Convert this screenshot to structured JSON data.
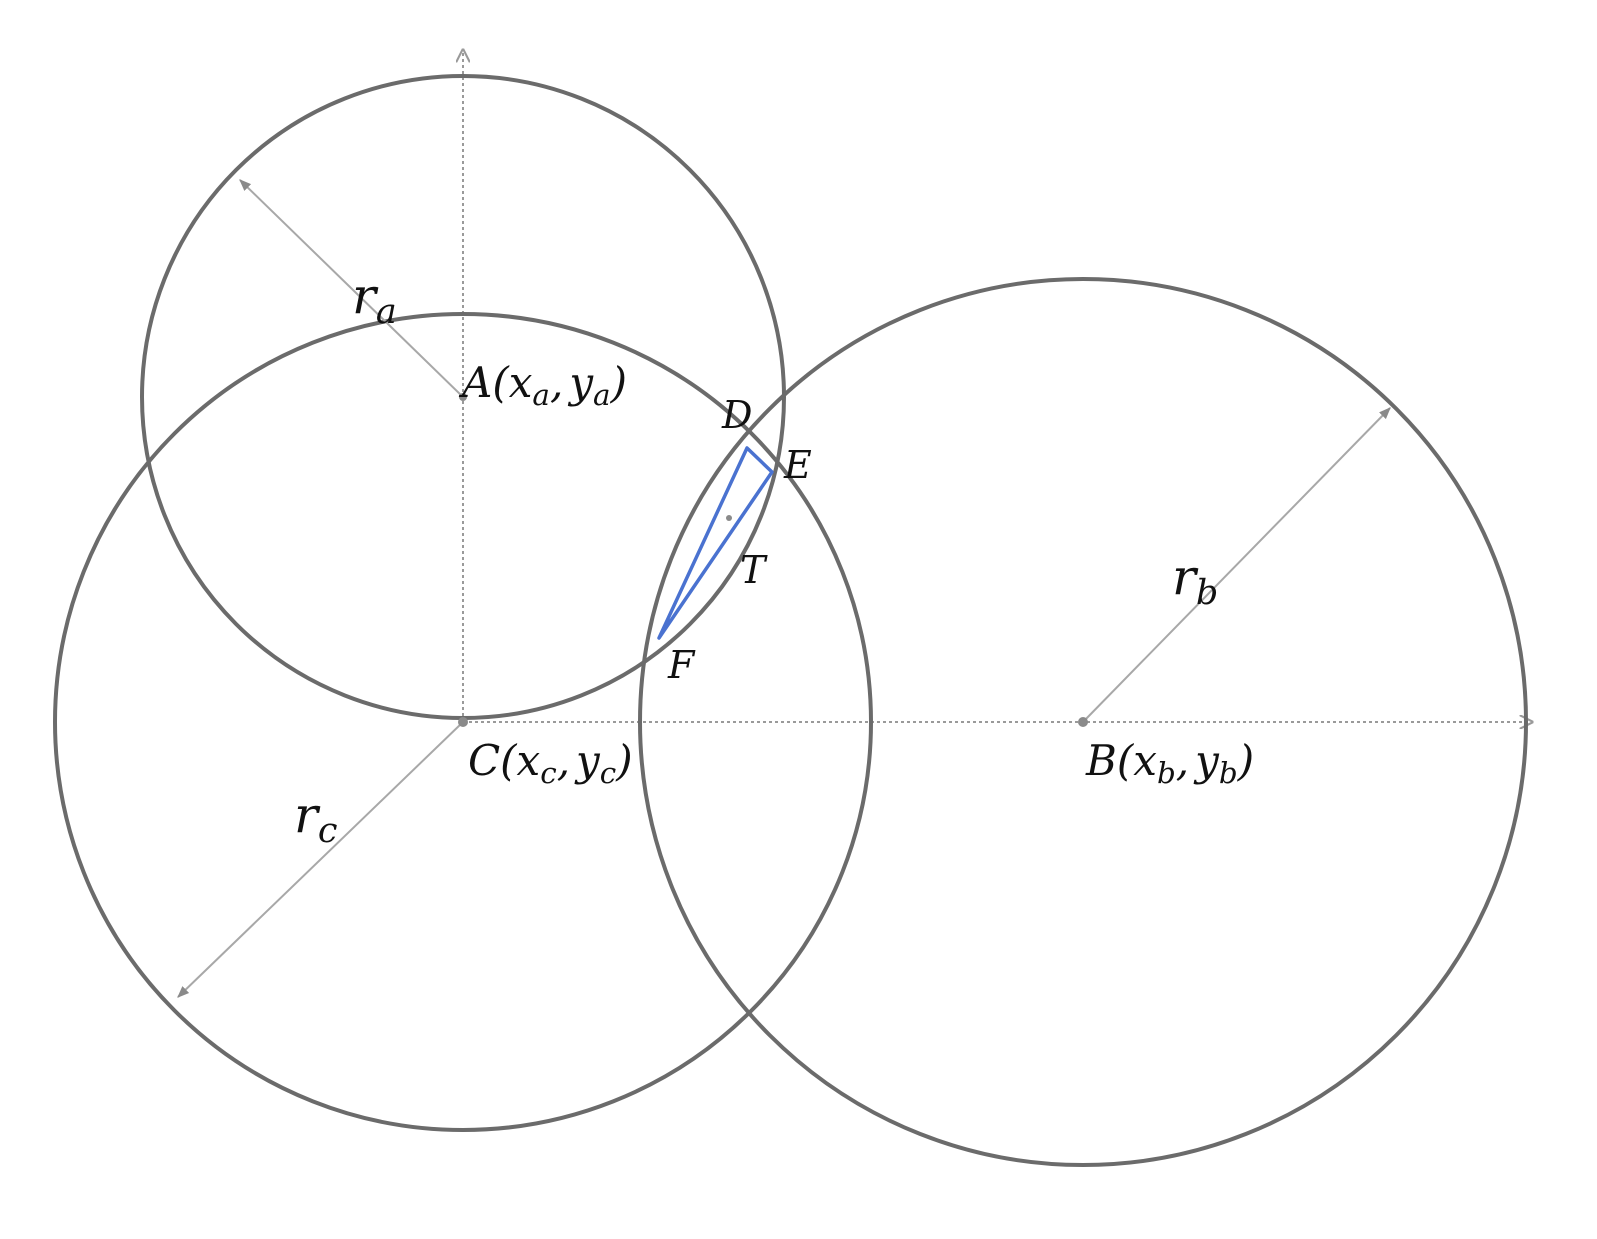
{
  "labels": {
    "A": {
      "name": "A",
      "open": "(",
      "x": "x",
      "xsub": "a",
      "comma": ",",
      "y": "y",
      "ysub": "a",
      "close": ")"
    },
    "B": {
      "name": "B",
      "open": "(",
      "x": "x",
      "xsub": "b",
      "comma": ",",
      "y": "y",
      "ysub": "b",
      "close": ")"
    },
    "C": {
      "name": "C",
      "open": "(",
      "x": "x",
      "xsub": "c",
      "comma": ",",
      "y": "y",
      "ysub": "c",
      "close": ")"
    },
    "D": "D",
    "E": "E",
    "F": "F",
    "T": "T",
    "ra": {
      "r": "r",
      "sub": "a"
    },
    "rb": {
      "r": "r",
      "sub": "b"
    },
    "rc": {
      "r": "r",
      "sub": "c"
    }
  },
  "colors": {
    "circle": "#6b6b6b",
    "axis": "#9a9a9a",
    "radius": "#a8a8a8",
    "triangle": "#4a72d0"
  }
}
